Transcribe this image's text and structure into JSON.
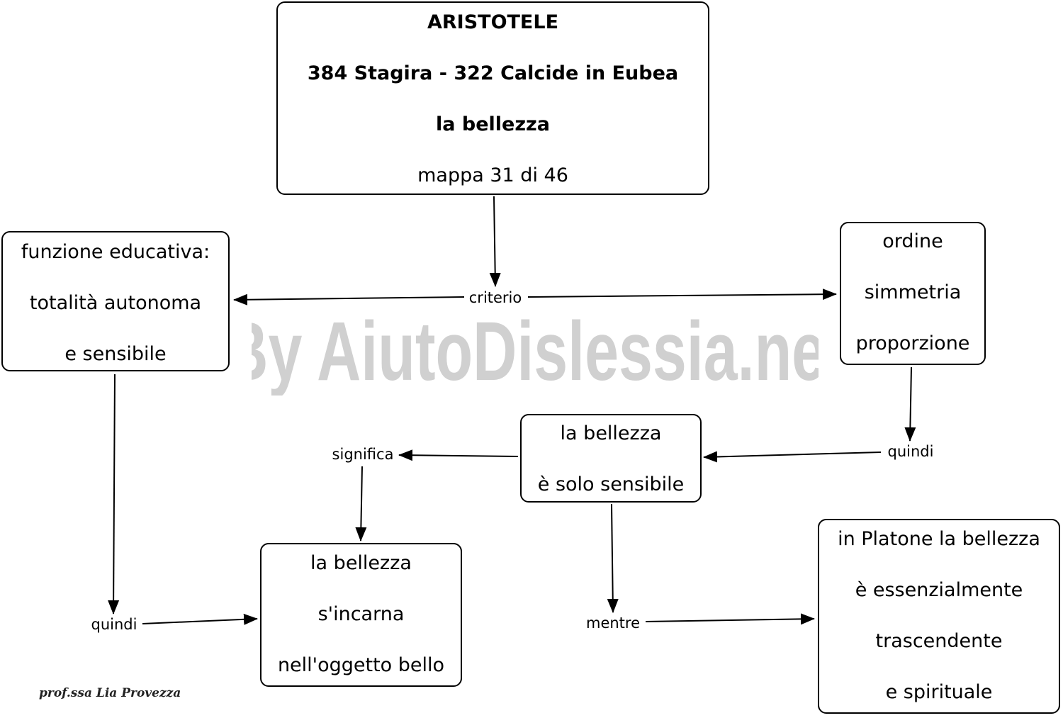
{
  "watermark": "By AiutoDislessia.net",
  "author": "prof.ssa Lia Provezza",
  "nodes": {
    "title": {
      "name": "ARISTOTELE",
      "dates": "384 Stagira - 322 Calcide in Eubea",
      "topic": "la bellezza",
      "map_index": "mappa 31 di 46"
    },
    "funzione": [
      "funzione educativa:",
      "totalità autonoma",
      "e sensibile"
    ],
    "ordine": [
      "ordine",
      "simmetria",
      "proporzione"
    ],
    "solo_sensibile": [
      "la bellezza",
      "è solo sensibile"
    ],
    "incarna": [
      "la bellezza",
      "s'incarna",
      "nell'oggetto bello"
    ],
    "platone": [
      "in Platone la bellezza",
      "è essenzialmente",
      "trascendente",
      "e spirituale"
    ]
  },
  "links": {
    "criterio": "criterio",
    "quindi_right": "quindi",
    "significa": "significa",
    "quindi_left": "quindi",
    "mentre": "mentre"
  }
}
